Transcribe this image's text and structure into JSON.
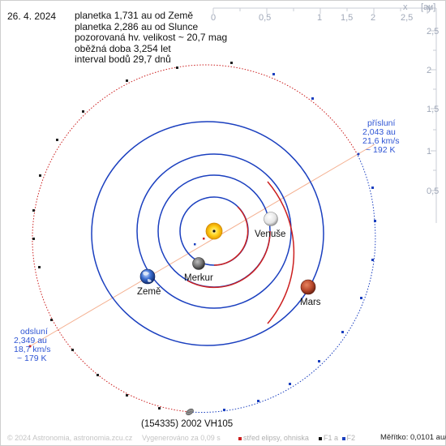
{
  "date": "26. 4. 2024",
  "info_lines": [
    "planetka 1,731 au od Země",
    "planetka 2,286 au od Slunce",
    "pozorovaná hv. velikost ~ 20,7 mag",
    "oběžná doba 3,254 let",
    "interval bodů 29,7 dnů"
  ],
  "axes": {
    "x_unit": "x",
    "y_unit": "y",
    "unit_label": "[au]",
    "x_ticks": [
      "0",
      "0,5",
      "1",
      "1,5",
      "2",
      "2,5"
    ],
    "y_ticks": [
      "2,5",
      "2",
      "1,5",
      "1",
      "0,5"
    ]
  },
  "planets": {
    "venus": "Venuše",
    "earth": "Země",
    "mercury": "Merkur",
    "mars": "Mars"
  },
  "perihelion": {
    "title": "přísluní",
    "distance": "2,043 au",
    "speed": "21,6 km/s",
    "temperature": "~ 192 K"
  },
  "aphelion": {
    "title": "odsluní",
    "distance": "2,349 au",
    "speed": "18,7 km/s",
    "temperature": "~ 179 K"
  },
  "asteroid_name": "(154335) 2002 VH105",
  "footer": {
    "copyright": "© 2024 Astronomia, astronomia.zcu.cz",
    "generated": "Vygenerováno za 0,09 s",
    "legend_center": "střed elipsy, ohniska",
    "f1": "F1 a",
    "f2": "F2",
    "scale_label": "Měřítko",
    "scale_value": ": 0,0101 au/bod"
  },
  "colors": {
    "orbit_blue": "#1a3fbf",
    "orbit_red": "#cc1f1f",
    "axis_line": "#f4b090",
    "label_blue": "#2f55d4",
    "grid_axis": "#c8ccd6"
  }
}
